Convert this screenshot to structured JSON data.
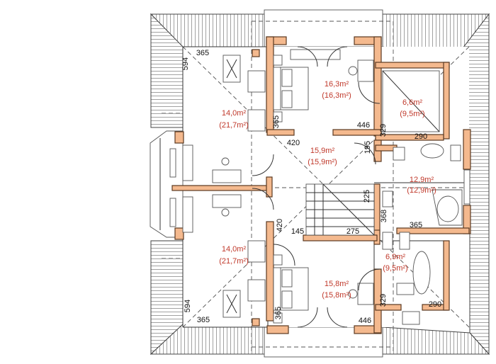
{
  "rooms": [
    {
      "id": "bedroom-top",
      "area": "16,3m²",
      "usable": "(16,3m²)"
    },
    {
      "id": "bathroom-top",
      "area": "6,6m²",
      "usable": "(9,5m²)"
    },
    {
      "id": "room-top-left",
      "area": "14,0m²",
      "usable": "(21,7m²)"
    },
    {
      "id": "hall",
      "area": "15,9m²",
      "usable": "(15,9m²)"
    },
    {
      "id": "bathroom-main",
      "area": "12,9m²",
      "usable": "(12,9m²)"
    },
    {
      "id": "room-bottom-left",
      "area": "14,0m²",
      "usable": "(21,7m²)"
    },
    {
      "id": "bathroom-bottom",
      "area": "6,9m²",
      "usable": "(9,5m²)"
    },
    {
      "id": "bedroom-bottom",
      "area": "15,8m²",
      "usable": "(15,8m²)"
    }
  ],
  "dimensions": {
    "d365_top_left": "365",
    "d594_top_left": "594",
    "d365_bed_top": "365",
    "d420_top": "420",
    "d446_top": "446",
    "d329_top": "329",
    "d290_top": "290",
    "d195": "195",
    "d225": "225",
    "d368": "368",
    "d365_right": "365",
    "d420_mid": "420",
    "d145": "145",
    "d275": "275",
    "d594_bottom_left": "594",
    "d365_bottom_left": "365",
    "d365_bed_bottom": "365",
    "d446_bottom": "446",
    "d329_bottom": "329",
    "d290_bottom": "290"
  }
}
